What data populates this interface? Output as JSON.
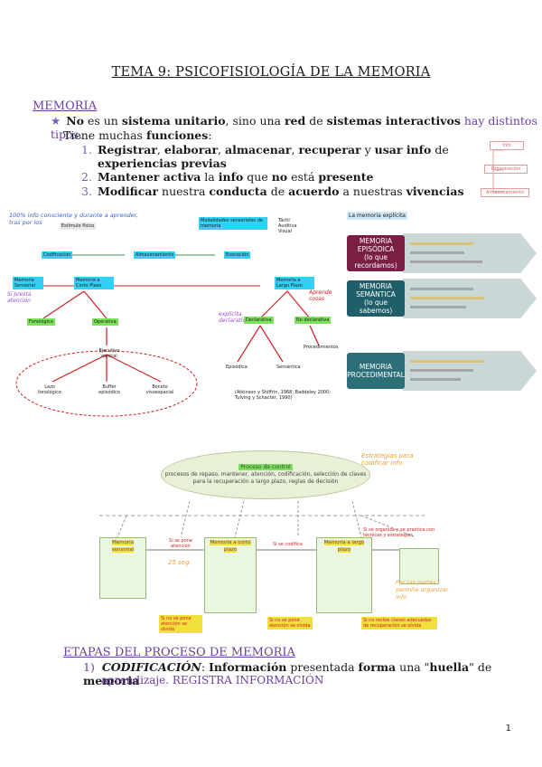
{
  "title": "TEMA 9: PSICOFISIOLOGÍA DE LA MEMORIA",
  "section1": {
    "heading": "MEMORIA",
    "bullet": {
      "w1": "No",
      "w2": " es un ",
      "w3": "sistema unitario",
      "w4": ", sino una ",
      "w5": "red",
      "w6": " de ",
      "w7": "sistemas interactivos",
      "w8": " hay distintos tipos",
      "w9": "."
    },
    "sub": {
      "a": "Tiene muchas ",
      "b": "funciones",
      "c": ":"
    },
    "items": [
      {
        "num": "1.",
        "a": "Registrar",
        "b": ", ",
        "c": "elaborar",
        "d": ", ",
        "e": "almacenar",
        "f": ", ",
        "g": "recuperar",
        "h": " y ",
        "i": "usar info",
        "j": " de",
        "line2": "experiencias previas"
      },
      {
        "num": "2.",
        "a": "Mantener activa",
        "b": " la ",
        "c": "info",
        "d": " que ",
        "e": "no",
        "f": " está ",
        "g": "presente"
      },
      {
        "num": "3.",
        "a": "Modificar",
        "b": " nuestra ",
        "c": "conducta",
        "d": " de ",
        "e": "acuerdo",
        "f": " a nuestras ",
        "g": "vivencias"
      }
    ]
  },
  "small_diagram": {
    "box1": "Info",
    "box2": "Organización",
    "box3": "Almacenamiento"
  },
  "big_diagram": {
    "handwritten_top": "100% info consciente y durante a aprender, tras por los",
    "estimulo": "Estímulo físico",
    "modalidades": "Modalidades sensoriales de memoria",
    "modalidades_list": "Táctil\nAuditiva\nVisual",
    "codificacion": "Codificación",
    "almacenamiento": "Almacenamiento",
    "evocacion": "Evocación",
    "memoria_sensorial": "Memoria Sensorial",
    "memoria_corto": "Memoria a Corto Plazo",
    "memoria_largo": "Memoria a Largo Plazo",
    "si_presta": "Si presta atención",
    "aprende": "Aprende cosas",
    "explicita": "explícita declarativa",
    "declarativa": "Declarativa",
    "no_declarativa": "No declarativa",
    "fonologico": "Fonológico",
    "operativa": "Operativa",
    "ejecutivo": "Ejecutivo central",
    "lazo": "Lazo fonológico",
    "buffer": "Buffer episódico",
    "boceto": "Boceto visoespacial",
    "procedimental": "Procedimientos",
    "episodica_label": "Episódica",
    "semantica_label": "Semántica",
    "cita": "(Atkinson y Shiffrin, 1968; Baddeley 2000; Tulving y Schacter, 1990)"
  },
  "memory_types": {
    "header": "La memoria explícita",
    "boxes": [
      {
        "line1": "MEMORIA EPISÓDICA",
        "line2": "(lo que recordamos)"
      },
      {
        "line1": "MEMORIA SEMÁNTICA",
        "line2": "(lo que sabemos)"
      },
      {
        "line1": "MEMORIA PROCEDIMENTAL",
        "line2": ""
      }
    ]
  },
  "flow": {
    "control_title": "Proceso de control",
    "control_text": "procesos de repaso, mantener, atención, codificación, selección de claves para la recuperación a largo plazo, reglas de decisión",
    "handwritten_right": "Estrategias para codificar info",
    "sensorial": "Memoria sensorial",
    "corto": "Memoria a corto plazo",
    "largo": "Memoria a largo plazo",
    "si_atencion": "Si se pone atención",
    "si_codifica": "Si se codifica",
    "si_organiza": "Si se organiza y se practica con técnicas y estrategias",
    "no_atencion": "Si no se pone atención se olvida",
    "no_atencion2": "Si no se pone atención se olvida",
    "no_claves": "Si no recibe claves adecuadas de recuperación se olvida",
    "hand_rest": "25 seg",
    "hand_partes": "Por las partes permite organizar info"
  },
  "section2": {
    "heading": "ETAPAS DEL PROCESO DE MEMORIA",
    "step": {
      "num": "1)",
      "a": "CODIFICACIÓN",
      "b": ": ",
      "c": "Información",
      "d": " presentada ",
      "e": "forma",
      "f": " una \"",
      "g": "huella",
      "h": "\" de ",
      "i": "memoria"
    },
    "step_line2": "aprendizaje. REGISTRA INFORMACIÓN"
  },
  "page_number": "1"
}
